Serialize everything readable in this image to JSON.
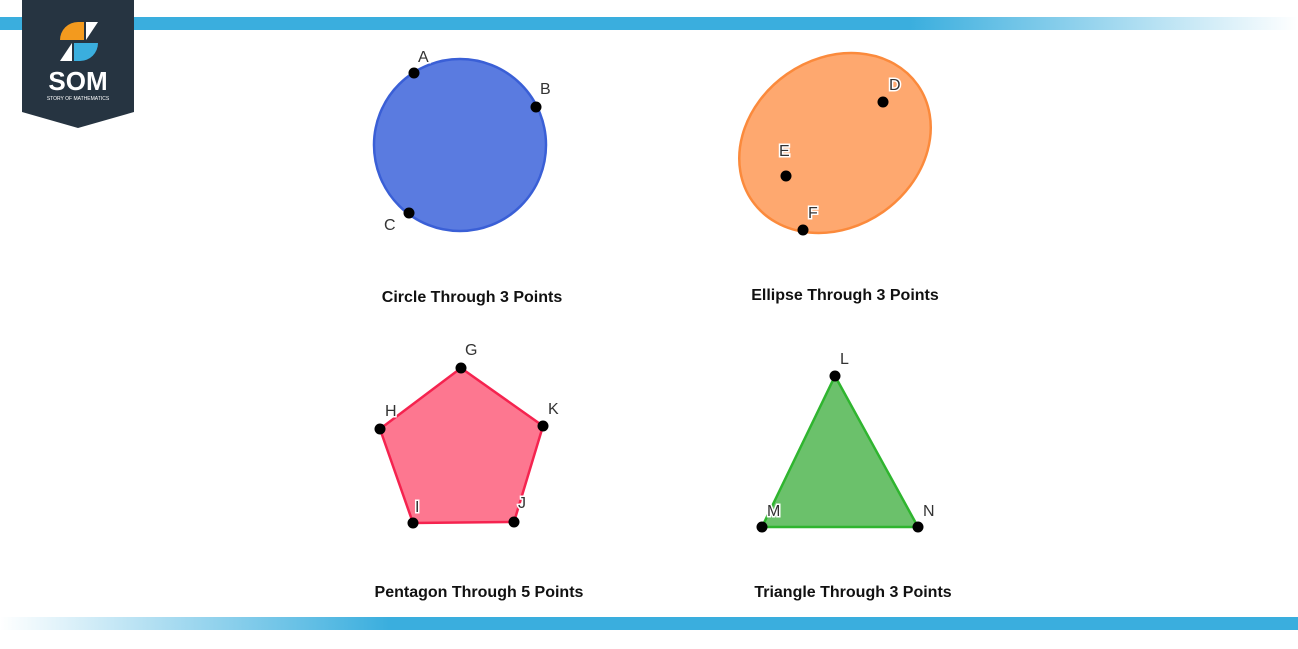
{
  "logo": {
    "text": "SOM",
    "subtitle": "STORY OF MATHEMATICS"
  },
  "colors": {
    "bar": "#3aaede",
    "circle": "#5a7be0",
    "ellipse": "#fea86f",
    "pentagon": "#fd7790",
    "triangle": "#6bc16b"
  },
  "figures": [
    {
      "caption": "Circle Through 3 Points",
      "points": [
        "A",
        "B",
        "C"
      ]
    },
    {
      "caption": "Ellipse Through 3 Points",
      "points": [
        "D",
        "E",
        "F"
      ]
    },
    {
      "caption": "Pentagon Through 5 Points",
      "points": [
        "G",
        "H",
        "K",
        "I",
        "J"
      ]
    },
    {
      "caption": "Triangle Through 3 Points",
      "points": [
        "L",
        "M",
        "N"
      ]
    }
  ]
}
